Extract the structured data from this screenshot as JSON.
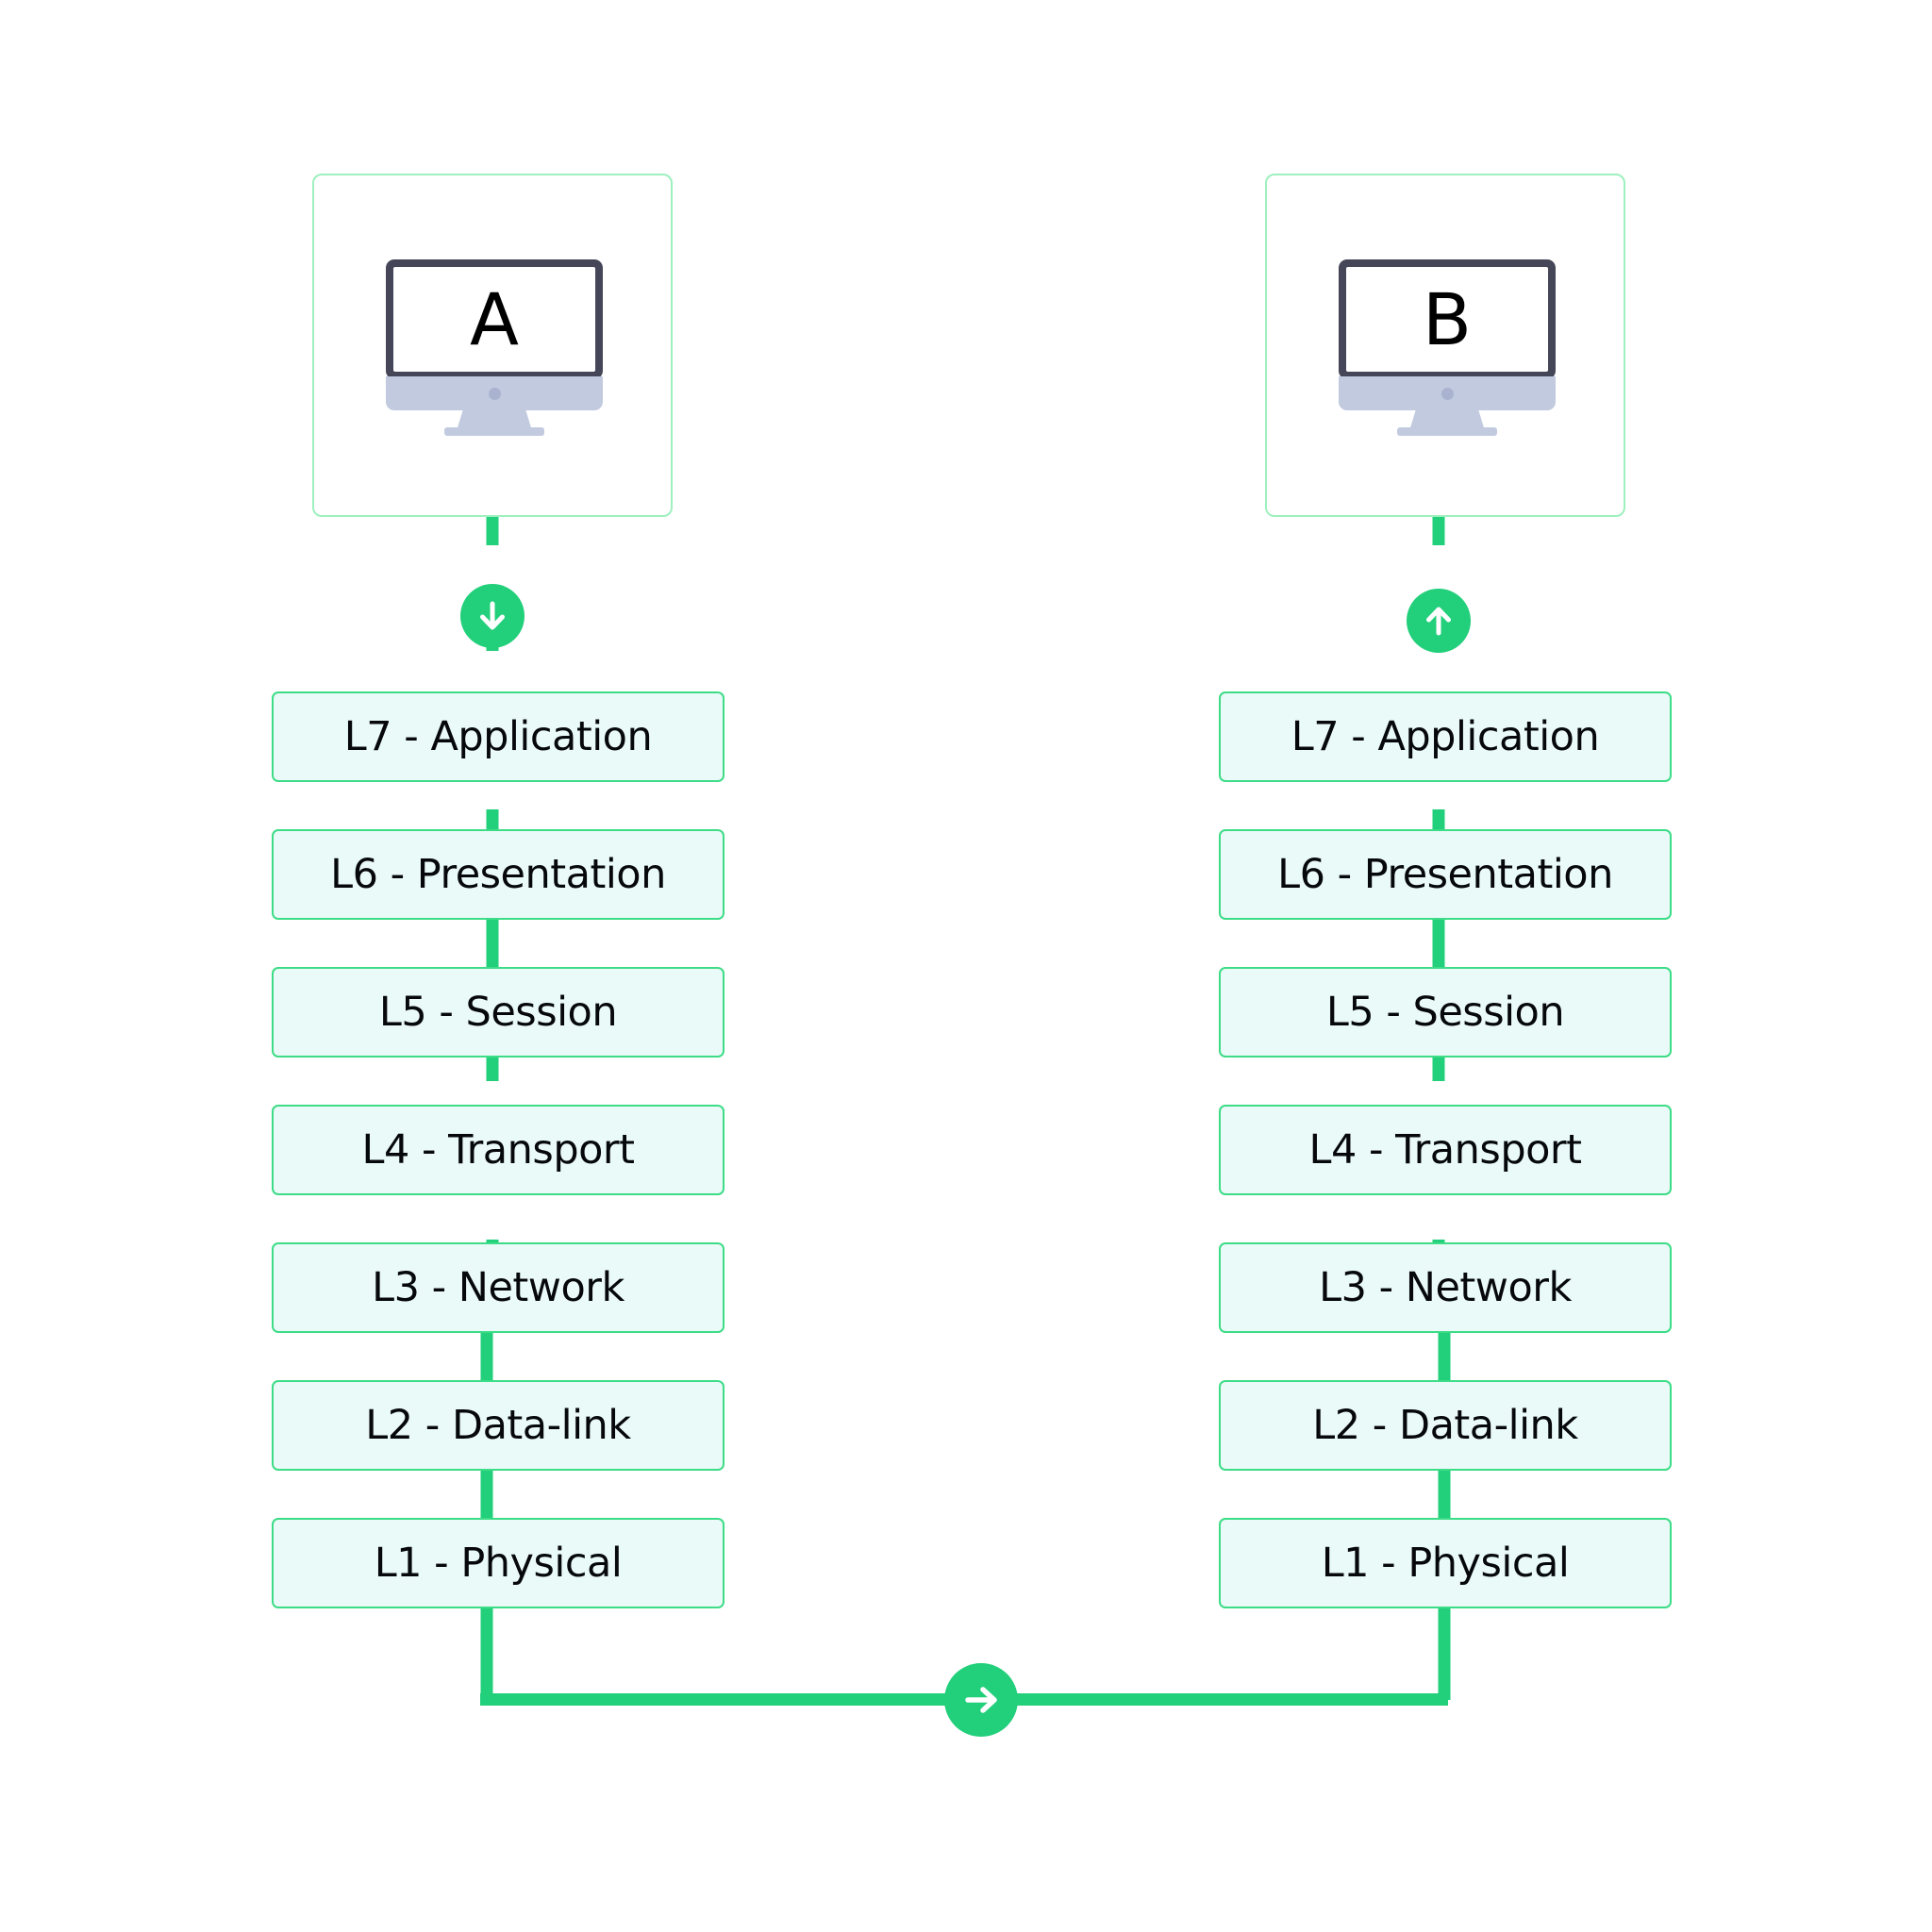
{
  "diagram": {
    "title": "OSI model data flow between two hosts",
    "background_color": "#ffffff",
    "accent_color": "#22cf7a",
    "box_fill_color": "#eafaf8",
    "box_border_color": "#3ddc87",
    "card_border_color": "#9ef0be",
    "monitor_bezel_color": "#454759",
    "monitor_body_color": "#c2cae0",
    "label_color": "#06080c"
  },
  "devices": [
    {
      "id": "A",
      "letter": "A",
      "icon": "desktop-monitor-icon",
      "direction": "down",
      "direction_icon": "arrow-down-icon"
    },
    {
      "id": "B",
      "letter": "B",
      "icon": "desktop-monitor-icon",
      "direction": "up",
      "direction_icon": "arrow-up-icon"
    }
  ],
  "layers": [
    {
      "label": "L7 - Application"
    },
    {
      "label": "L6 - Presentation"
    },
    {
      "label": "L5 - Session"
    },
    {
      "label": "L4 - Transport"
    },
    {
      "label": "L3 - Network"
    },
    {
      "label": "L2 - Data-link"
    },
    {
      "label": "L1 - Physical"
    }
  ],
  "stacks": {
    "left": {
      "device_letter": "A",
      "layers": [
        "L7 - Application",
        "L6 - Presentation",
        "L5 - Session",
        "L4 - Transport",
        "L3 - Network",
        "L2 - Data-link",
        "L1 - Physical"
      ]
    },
    "right": {
      "device_letter": "B",
      "layers": [
        "L7 - Application",
        "L6 - Presentation",
        "L5 - Session",
        "L4 - Transport",
        "L3 - Network",
        "L2 - Data-link",
        "L1 - Physical"
      ]
    }
  },
  "connectors": {
    "left_badge_icon": "arrow-down-icon",
    "right_badge_icon": "arrow-up-icon",
    "bottom_badge_icon": "arrow-right-icon"
  }
}
